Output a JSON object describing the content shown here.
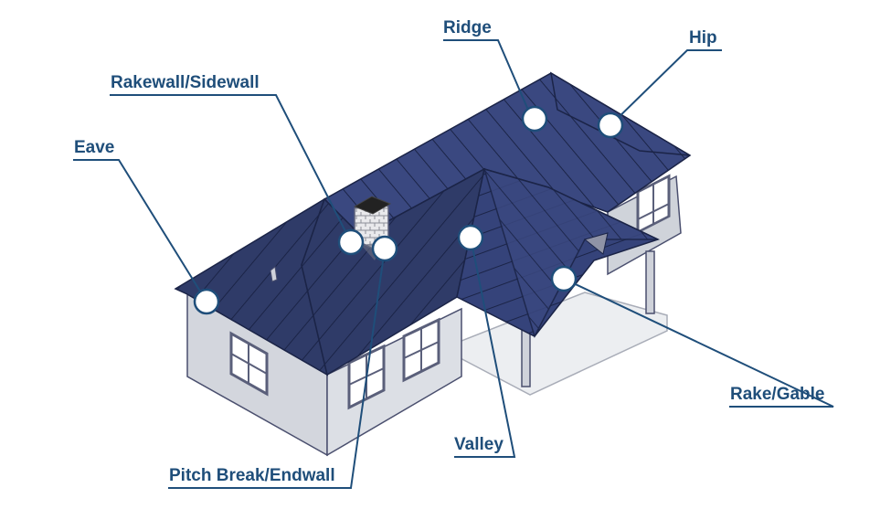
{
  "diagram": {
    "colors": {
      "roof_dark": "#2e3a66",
      "roof_light": "#3b4a7e",
      "seam": "#1a2244",
      "wall": "#d7dae0",
      "wall_shade": "#bfc3cc",
      "trim": "#4a4f6e",
      "callout": "#1f4e7a",
      "marker_fill": "#ffffff",
      "marker_stroke": "#1f4e7a"
    },
    "labels": {
      "ridge": "Ridge",
      "hip": "Hip",
      "rakewall": "Rakewall/Sidewall",
      "eave": "Eave",
      "valley": "Valley",
      "rake_gable": "Rake/Gable",
      "pitch_break": "Pitch Break/Endwall"
    }
  }
}
